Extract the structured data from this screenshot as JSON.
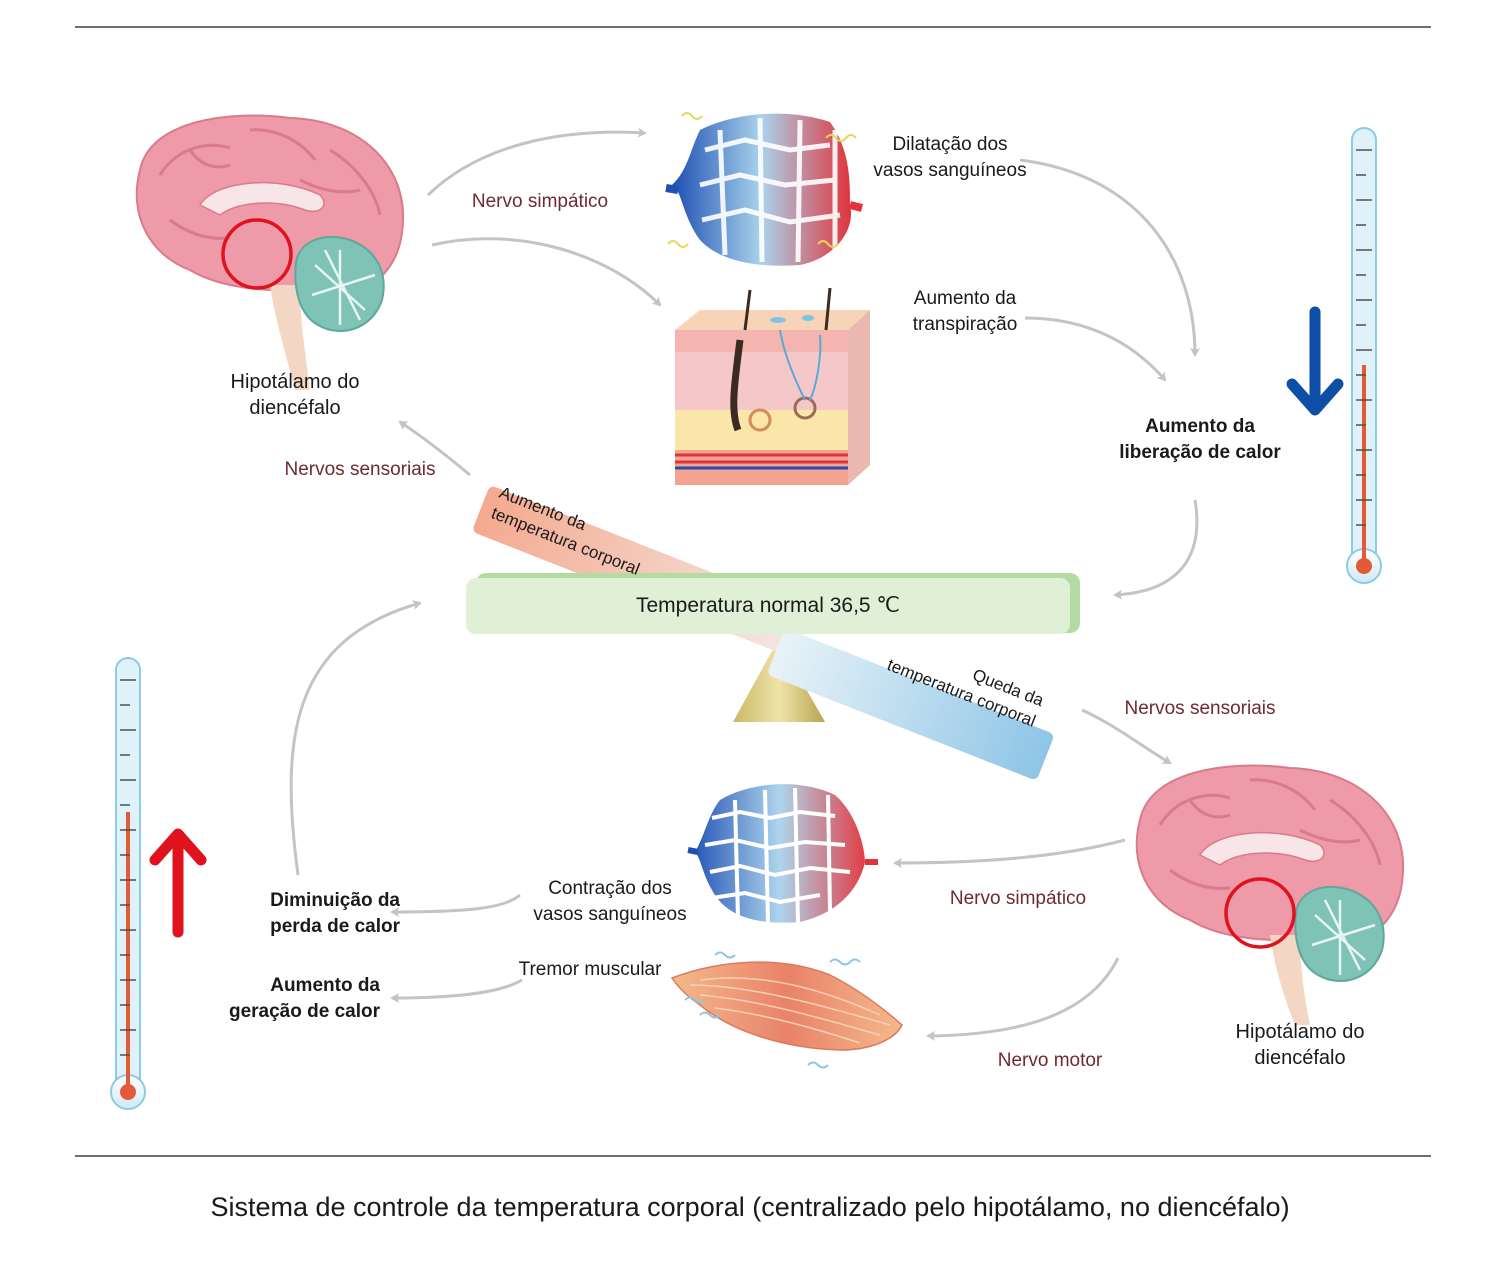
{
  "labels": {
    "brain_top": "Hipotálamo do\ndiencéfalo",
    "brain_bottom": "Hipotálamo do\ndiencéfalo",
    "sympathetic_top": "Nervo simpático",
    "sympathetic_bottom": "Nervo simpático",
    "sensory_top": "Nervos sensoriais",
    "sensory_bottom": "Nervos sensoriais",
    "motor": "Nervo motor",
    "vasodilation": "Dilatação dos\nvasos sanguíneos",
    "sweat": "Aumento da\ntranspiração",
    "heat_release": "Aumento da\nliberação de calor",
    "vasoconstriction": "Contração dos\nvasos sanguíneos",
    "shivering": "Tremor muscular",
    "less_loss": "Diminuição da\nperda de calor",
    "more_gen": "Aumento da\ngeração de calor",
    "normal_temp": "Temperatura normal 36,5 ℃",
    "temp_rise": "Aumento da\ntemperatura corporal",
    "temp_drop": "Queda da\ntemperatura corporal"
  },
  "caption": "Sistema de controle da temperatura corporal (centralizado pelo hipotálamo, no diencéfalo)",
  "colors": {
    "nerve_text": "#6e2a2f",
    "arrow_gray": "#c4c4c4",
    "down_arrow": "#0d4ea6",
    "up_arrow": "#e0121e",
    "brain_pink": "#ee9aa8",
    "cerebellum": "#7fc3b7",
    "balance_bar": "#dff0d6"
  }
}
